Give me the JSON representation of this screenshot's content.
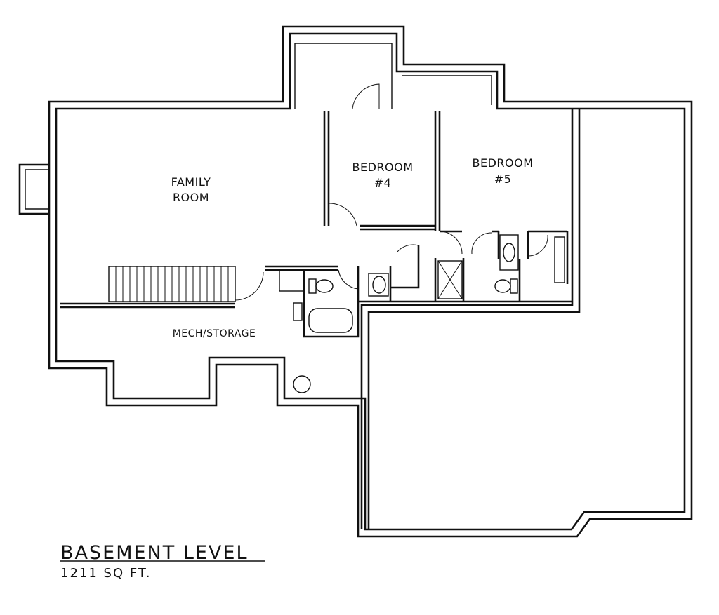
{
  "plan": {
    "title": "BASEMENT LEVEL",
    "area": "1211 SQ FT.",
    "rooms": {
      "family_room": [
        "FAMILY",
        "ROOM"
      ],
      "bedroom4": [
        "BEDROOM",
        "#4"
      ],
      "bedroom5": [
        "BEDROOM",
        "#5"
      ],
      "mech_storage": "MECH/STORAGE"
    }
  }
}
